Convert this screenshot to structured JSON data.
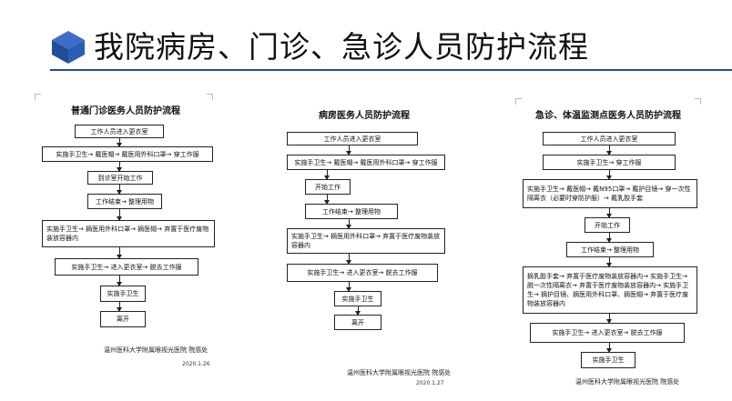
{
  "slide_title": "我院病房、门诊、急诊人员防护流程",
  "colors": {
    "title_rule": "#1f4e9c",
    "icon_top": "#3b6fc7",
    "icon_left": "#1f4e9c",
    "icon_right": "#2a5db5"
  },
  "panels": [
    {
      "title": "普通门诊医务人员防护流程",
      "steps": [
        "工作人员进入更衣室",
        "实施手卫生→ 戴医帽→ 戴医用外科口罩→ 穿工作服",
        "到诊室开始工作",
        "工作结束→ 整理用物",
        "实施手卫生→ 摘医用外科口罩→ 摘医帽→ 弃置于医疗废物装放容器内",
        "实施手卫生→ 进入更衣室→ 脱去工作服",
        "实施手卫生",
        "离开"
      ],
      "footer": "温州医科大学附属眼视光医院  院感处",
      "date": "2020.1.26"
    },
    {
      "title": "病房医务人员防护流程",
      "steps": [
        "工作人员进入更衣室",
        "实施手卫生→ 戴医帽→ 戴医用外科口罩→ 穿工作服",
        "开始工作",
        "工作结束→ 整理用物",
        "实施手卫生→ 摘医用外科口罩→ 弃置于医疗废物装放容器内",
        "实施手卫生→ 进入更衣室→ 脱去工作服",
        "实施手卫生",
        "离开"
      ],
      "footer": "温州医科大学附属眼视光医院  院感处",
      "date": "2020.1.27"
    },
    {
      "title": "急诊、体温监测点医务人员防护流程",
      "steps": [
        "工作人员进入更衣室",
        "实施手卫生→ 穿工作服",
        "实施手卫生→ 戴医帽→ 戴N95口罩→ 戴护目镜→ 穿一次性隔离衣（必要时穿防护服）→ 戴乳胶手套",
        "开始工作",
        "工作结束→ 整理用物",
        "摘乳胶手套→ 弃置于医疗废物装放容器内→ 实施手卫生→ 脱一次性隔离衣→ 弃置于医疗废物装放容器内→ 实施手卫生→ 摘护目镜、摘医用外科口罩、摘医帽→ 弃置于医疗废物装放容器内",
        "实施手卫生→ 进入更衣室→ 脱去工作服",
        "实施手卫生"
      ],
      "footer": "温州医科大学附属眼视光医院  院感处",
      "date": ""
    }
  ]
}
